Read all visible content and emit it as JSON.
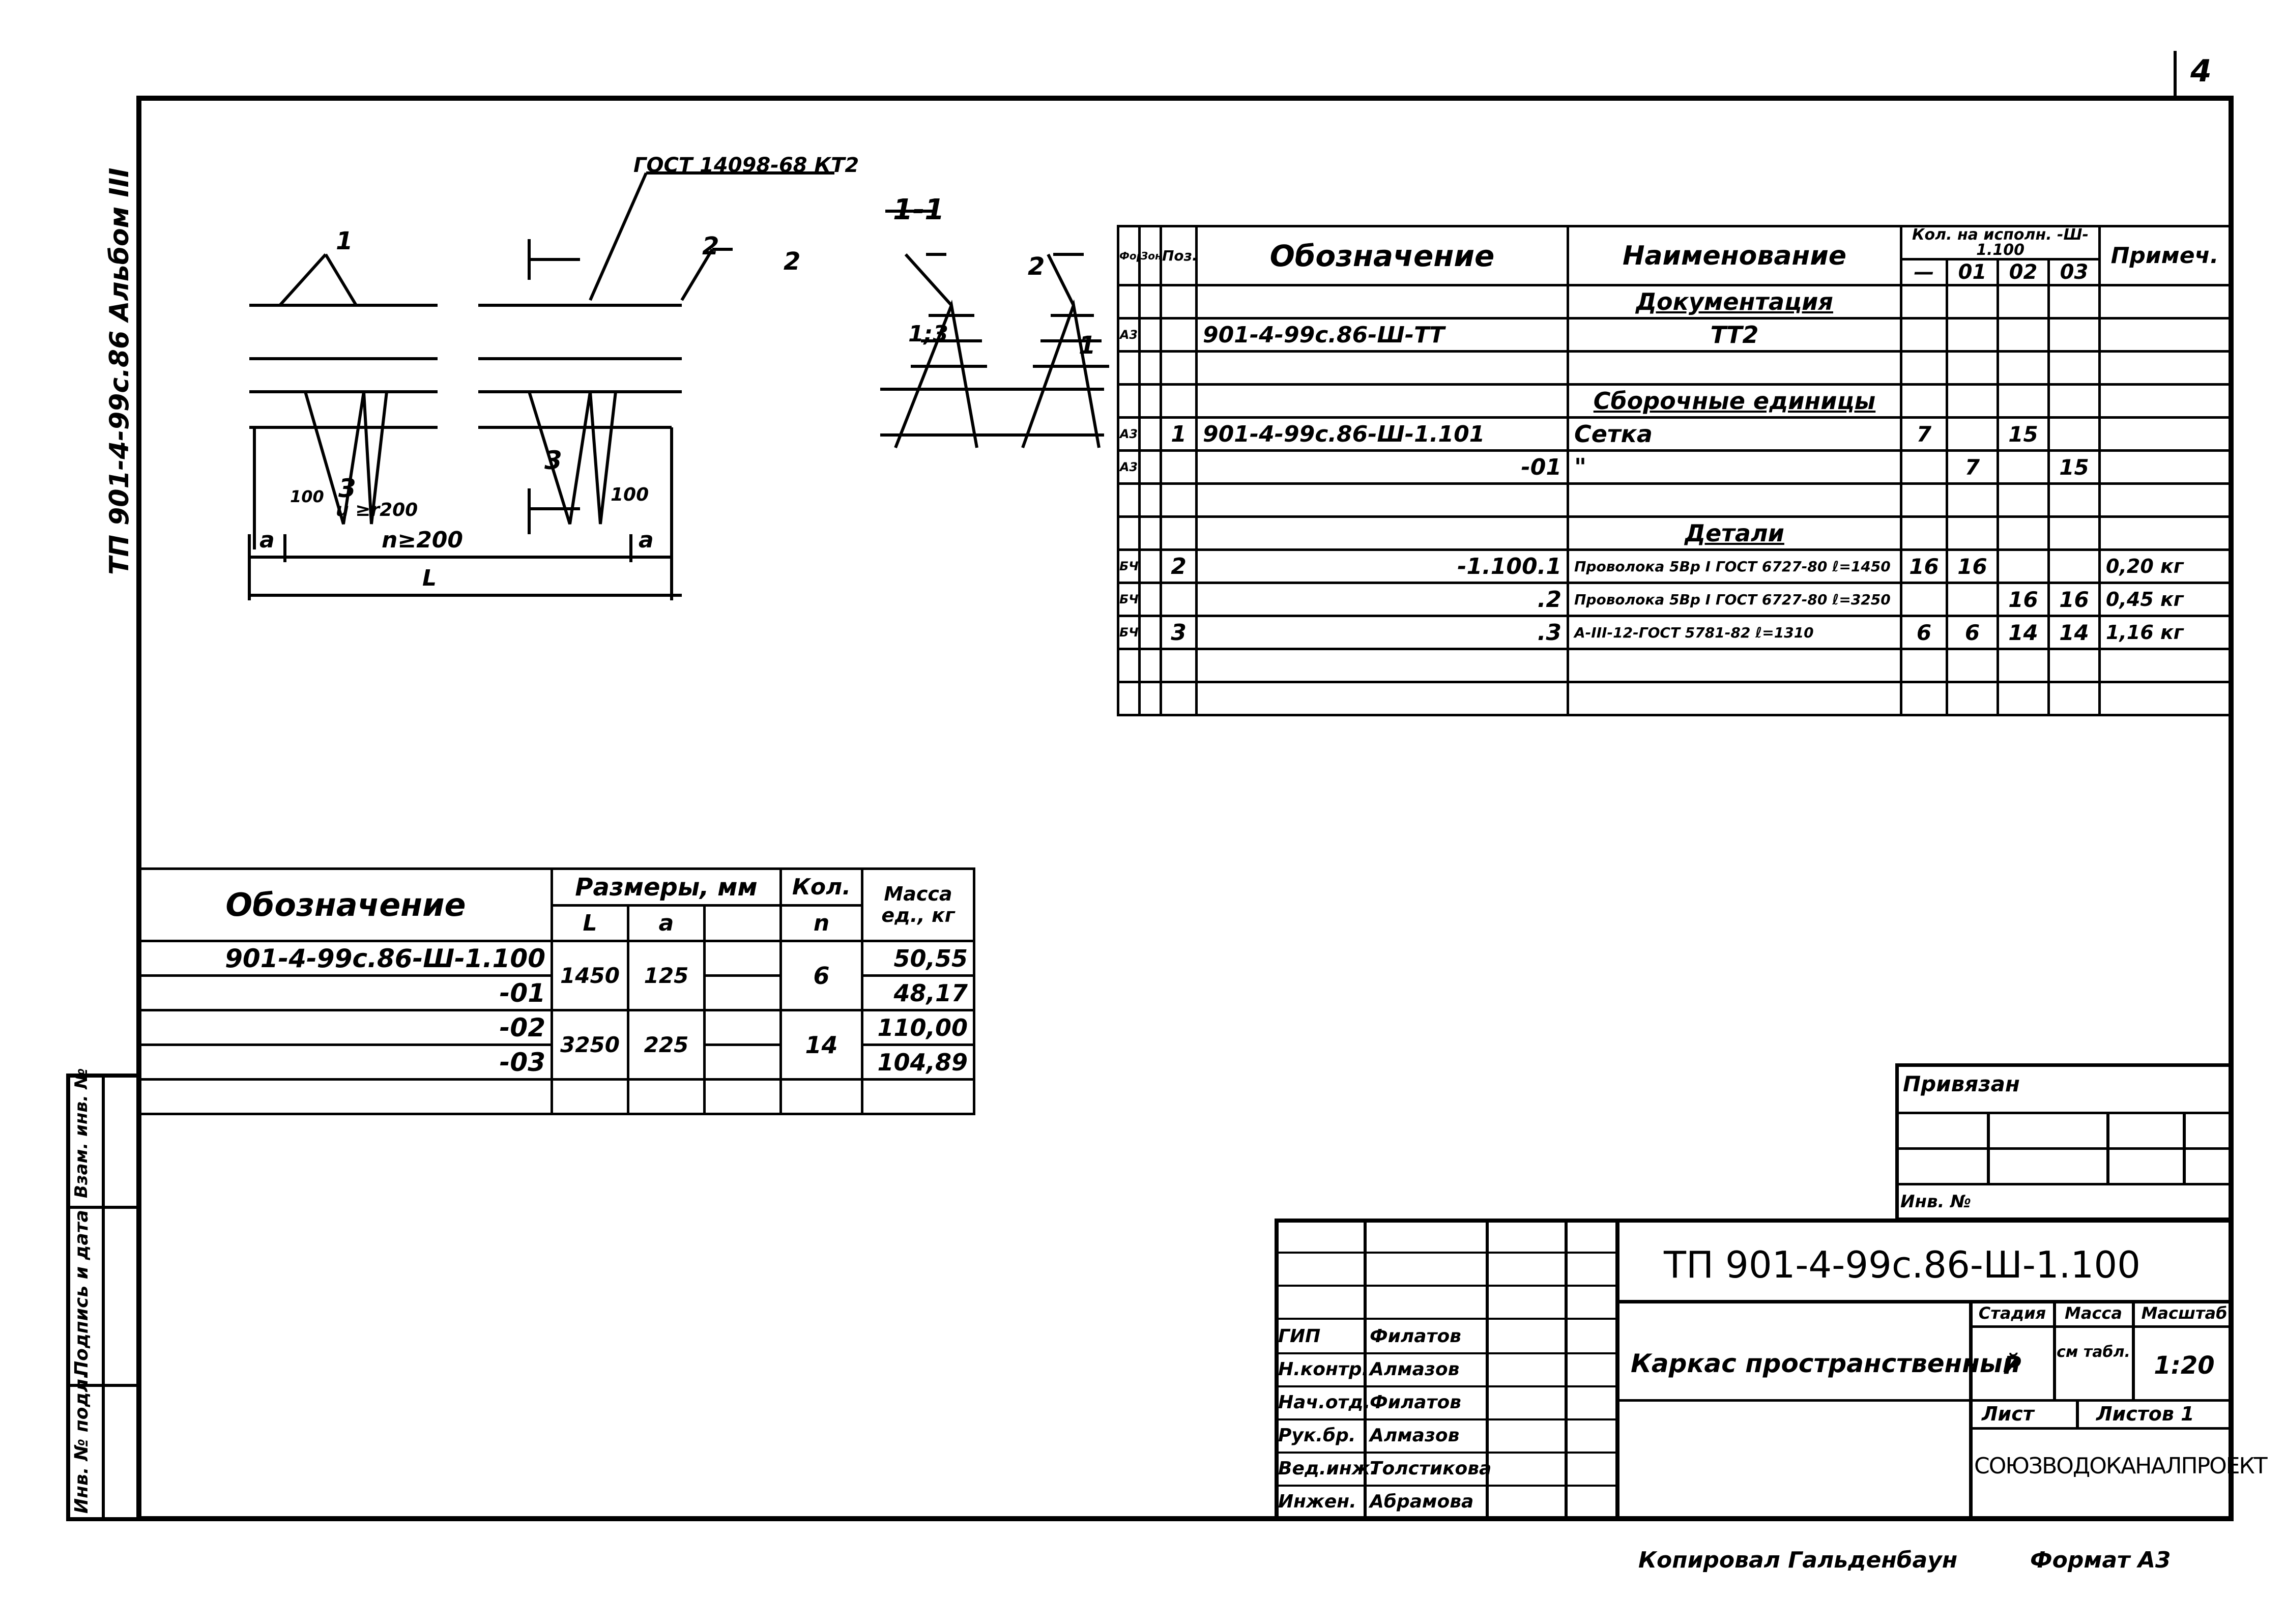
{
  "page_number": "4",
  "side_code": "ТП 901-4-99с.86  Альбом III",
  "drawing": {
    "gost_label": "ГОСТ 14098-68 КТ2",
    "section_label": "1-1",
    "pos_1": "1",
    "pos_2": "2",
    "pos_3": "3",
    "pos_13": "1;3",
    "spacing_label": "n≥200",
    "step_label": "u ≥r200",
    "dim_100": "100",
    "dim_a": "a",
    "dim_L": "L"
  },
  "spec_table": {
    "headers": {
      "format": "Формат",
      "zone": "Зона",
      "pos": "Поз.",
      "designation": "Обозначение",
      "name": "Наименование",
      "qty": "Кол. на исполн. -Ш- 1.100",
      "note": "Примеч.",
      "sub": [
        "—",
        "01",
        "02",
        "03"
      ]
    },
    "rows": [
      {
        "fmt": "",
        "zone": "",
        "pos": "",
        "des": "",
        "name": "Документация",
        "q": [
          "",
          "",
          "",
          ""
        ],
        "note": "",
        "section": true
      },
      {
        "fmt": "А3",
        "zone": "",
        "pos": "",
        "des": "901-4-99с.86-Ш-ТТ",
        "name": "ТТ2",
        "q": [
          "",
          "",
          "",
          ""
        ],
        "note": "",
        "center": true
      },
      {
        "fmt": "",
        "zone": "",
        "pos": "",
        "des": "",
        "name": "",
        "q": [
          "",
          "",
          "",
          ""
        ],
        "note": ""
      },
      {
        "fmt": "",
        "zone": "",
        "pos": "",
        "des": "",
        "name": "Сборочные единицы",
        "q": [
          "",
          "",
          "",
          ""
        ],
        "note": "",
        "section": true
      },
      {
        "fmt": "А3",
        "zone": "",
        "pos": "1",
        "des": "901-4-99с.86-Ш-1.101",
        "name": "Сетка",
        "q": [
          "7",
          "",
          "15",
          ""
        ],
        "note": ""
      },
      {
        "fmt": "А3",
        "zone": "",
        "pos": "",
        "des": "-01",
        "name": "\"",
        "q": [
          "",
          "7",
          "",
          "15"
        ],
        "note": "",
        "desRight": true
      },
      {
        "fmt": "",
        "zone": "",
        "pos": "",
        "des": "",
        "name": "",
        "q": [
          "",
          "",
          "",
          ""
        ],
        "note": ""
      },
      {
        "fmt": "",
        "zone": "",
        "pos": "",
        "des": "",
        "name": "Детали",
        "q": [
          "",
          "",
          "",
          ""
        ],
        "note": "",
        "section": true
      },
      {
        "fmt": "БЧ",
        "zone": "",
        "pos": "2",
        "des": "-1.100.1",
        "name": "Проволока 5Вр I ГОСТ 6727-80 ℓ=1450",
        "q": [
          "16",
          "16",
          "",
          ""
        ],
        "note": "0,20 кг",
        "desRight": true,
        "small": true
      },
      {
        "fmt": "БЧ",
        "zone": "",
        "pos": "",
        "des": ".2",
        "name": "Проволока 5Вр I ГОСТ 6727-80 ℓ=3250",
        "q": [
          "",
          "",
          "16",
          "16"
        ],
        "note": "0,45 кг",
        "desRight": true,
        "small": true
      },
      {
        "fmt": "БЧ",
        "zone": "",
        "pos": "3",
        "des": ".3",
        "name": "А-III-12-ГОСТ 5781-82 ℓ=1310",
        "q": [
          "6",
          "6",
          "14",
          "14"
        ],
        "note": "1,16 кг",
        "desRight": true,
        "small": true
      },
      {
        "fmt": "",
        "zone": "",
        "pos": "",
        "des": "",
        "name": "",
        "q": [
          "",
          "",
          "",
          ""
        ],
        "note": ""
      },
      {
        "fmt": "",
        "zone": "",
        "pos": "",
        "des": "",
        "name": "",
        "q": [
          "",
          "",
          "",
          ""
        ],
        "note": ""
      }
    ]
  },
  "dims_table": {
    "headers": {
      "designation": "Обозначение",
      "sizes": "Размеры, мм",
      "qty": "Кол.",
      "mass": "Масса ед., кг",
      "L": "L",
      "a": "a",
      "n": "n"
    },
    "rows": [
      {
        "des": "901-4-99с.86-Ш-1.100",
        "mass": "50,55"
      },
      {
        "des": "-01",
        "mass": "48,17"
      },
      {
        "des": "-02",
        "mass": "110,00"
      },
      {
        "des": "-03",
        "mass": "104,89"
      }
    ],
    "groups": [
      {
        "L": "1450",
        "a": "125",
        "n": "6"
      },
      {
        "L": "3250",
        "a": "225",
        "n": "14"
      }
    ]
  },
  "left_margin": [
    "Инв. № подл.",
    "Подпись и дата",
    "Взам. инв. №"
  ],
  "privyazan": {
    "title": "Привязан",
    "inv": "Инв. №"
  },
  "title_block": {
    "code": "ТП 901-4-99с.86-Ш-1.100",
    "name": "Каркас пространственный",
    "stage_h": "Стадия",
    "mass_h": "Масса",
    "scale_h": "Масштаб",
    "stage": "Р",
    "mass": "см табл.",
    "scale": "1:20",
    "sheet_h": "Лист",
    "sheets_h": "Листов 1",
    "org": "СОЮЗВОДОКАНАЛПРОЕКТ",
    "staff": [
      {
        "role": "ГИП",
        "name": "Филатов"
      },
      {
        "role": "Н.контр.",
        "name": "Алмазов"
      },
      {
        "role": "Нач.отд.",
        "name": "Филатов"
      },
      {
        "role": "Рук.бр.",
        "name": "Алмазов"
      },
      {
        "role": "Вед.инж.",
        "name": "Толстикова"
      },
      {
        "role": "Инжен.",
        "name": "Абрамова"
      }
    ]
  },
  "footer": {
    "copied": "Копировал Гальденбаун",
    "format": "Формат А3"
  }
}
